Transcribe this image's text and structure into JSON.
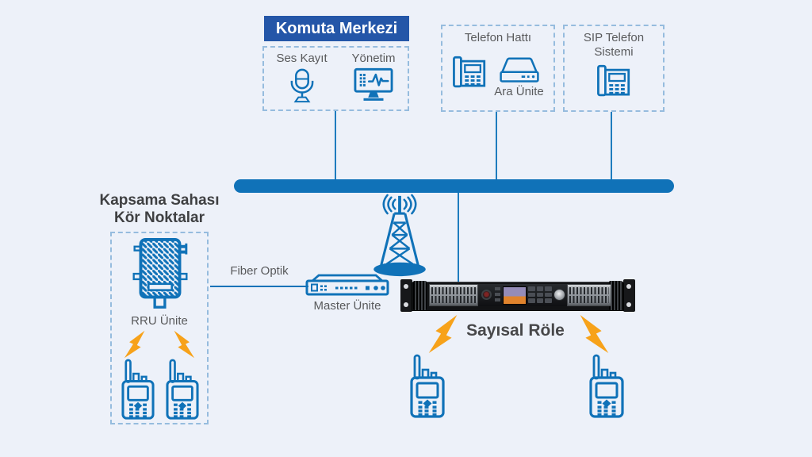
{
  "colors": {
    "background": "#edf1f9",
    "primary_blue": "#1072b8",
    "header_blue": "#2456a8",
    "connector_blue": "#1e7cbe",
    "dashed_border": "#96bcde",
    "label_gray": "#595a5c",
    "title_dark": "#3f4042",
    "lightning_orange": "#f7a21a"
  },
  "command_center": {
    "title": "Komuta Merkezi",
    "items": [
      {
        "label": "Ses Kayıt",
        "icon": "microphone-icon"
      },
      {
        "label": "Yönetim",
        "icon": "monitor-icon"
      }
    ]
  },
  "phone_line": {
    "title": "Telefon Hattı",
    "interface_label": "Ara Ünite",
    "icons": [
      "desk-phone-icon",
      "interface-box-icon"
    ]
  },
  "sip_system": {
    "title_line1": "SIP Telefon",
    "title_line2": "Sistemi",
    "icon": "desk-phone-icon"
  },
  "coverage": {
    "title_line1": "Kapsama Sahası",
    "title_line2": "Kör Noktalar",
    "rru_label": "RRU Ünite",
    "icons": [
      "rru-unit-icon",
      "lightning-icon",
      "walkie-talkie-icon"
    ]
  },
  "fiber": {
    "label": "Fiber Optik"
  },
  "master_unit": {
    "label": "Master Ünite",
    "icon": "master-unit-icon"
  },
  "repeater": {
    "label": "Sayısal Röle",
    "icons": [
      "rack-device",
      "lightning-icon",
      "walkie-talkie-icon"
    ]
  },
  "network": {
    "bus": "backbone-bar",
    "antenna": "antenna-tower-icon"
  }
}
